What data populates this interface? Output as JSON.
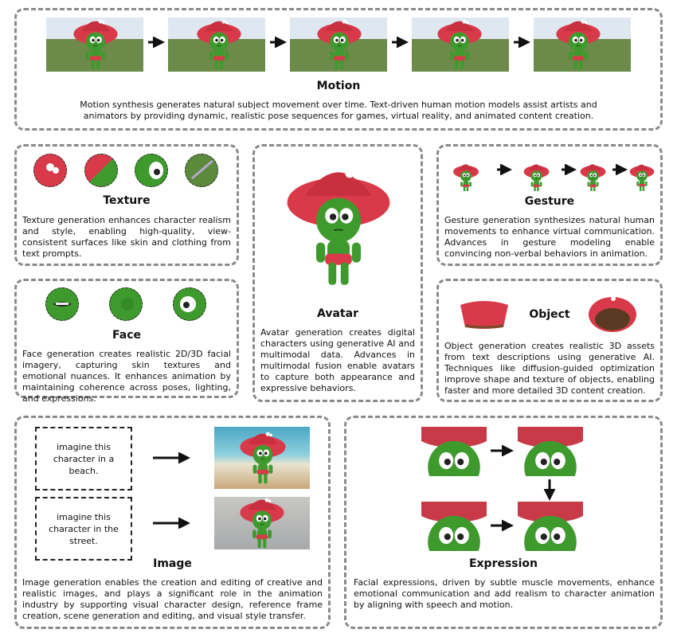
{
  "motion": {
    "title": "Motion",
    "description": "Motion synthesis generates natural subject movement over time. Text-driven human motion models assist artists and animators by providing dynamic, realistic pose sequences for games, virtual reality, and animated content creation.",
    "frame_count": 5
  },
  "texture": {
    "title": "Texture",
    "description": "Texture generation enhances character realism and style, enabling high-quality, view-consistent surfaces like skin and clothing from text prompts."
  },
  "face": {
    "title": "Face",
    "description": "Face generation creates realistic 2D/3D facial imagery, capturing skin textures and emotional nuances. It enhances animation by maintaining coherence across poses, lighting, and expressions."
  },
  "avatar": {
    "title": "Avatar",
    "description": "Avatar generation creates digital characters using generative AI and multimodal data. Advances in multimodal fusion enable avatars to capture both appearance and expressive behaviors."
  },
  "gesture": {
    "title": "Gesture",
    "description": "Gesture generation synthesizes natural human movements to enhance virtual communication. Advances in gesture modeling enable convincing non-verbal behaviors in animation."
  },
  "object": {
    "title": "Object",
    "description": "Object generation creates realistic 3D assets from text descriptions using generative AI. Techniques like diffusion-guided optimization improve shape and texture of objects, enabling faster and more detailed 3D content creation."
  },
  "image": {
    "title": "Image",
    "prompt_1": "imagine this character in a beach.",
    "prompt_2": "imagine this character in the street.",
    "description": "Image generation enables the creation and editing of creative and realistic images, and plays a significant role in the animation industry by supporting visual character design, reference frame creation, scene generation and editing, and visual style transfer."
  },
  "expression": {
    "title": "Expression",
    "description": "Facial expressions, driven by subtle muscle movements, enhance emotional communication and add realism to character animation by aligning with speech and motion."
  },
  "colors": {
    "skin": "#3f9a2e",
    "hat": "#d93a4a",
    "border": "#8a8a8a",
    "sky": "#dfe8f0",
    "grass": "#6c8a4a",
    "sea": "#4aa7c4",
    "sand": "#c9a77a",
    "street": "#a7a9ab"
  }
}
